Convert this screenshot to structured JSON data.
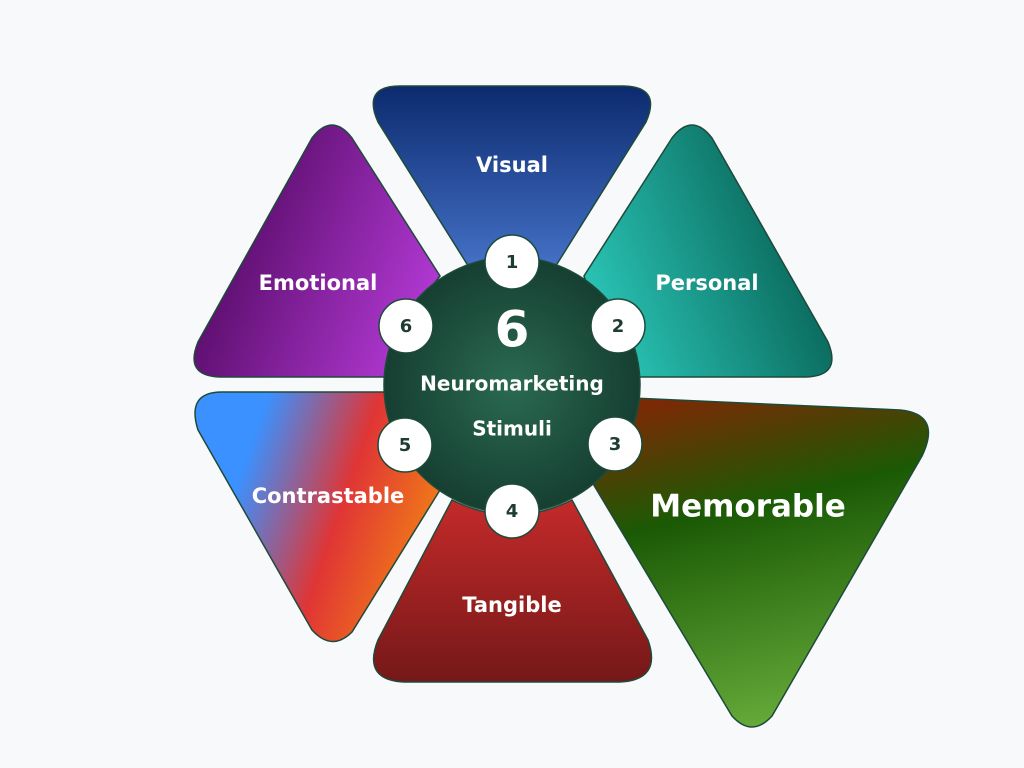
{
  "title": {
    "number": "6",
    "line1": "Neuromarketing",
    "line2": "Stimuli"
  },
  "segments": [
    {
      "number": "1",
      "label": "Visual",
      "colors": [
        "#0c2a6e",
        "#4a78d0"
      ]
    },
    {
      "number": "2",
      "label": "Personal",
      "colors": [
        "#2bc7b8",
        "#03564a"
      ]
    },
    {
      "number": "3",
      "label": "Memorable",
      "colors": [
        "#7a2a05",
        "#1b5a05",
        "#66ab3a"
      ]
    },
    {
      "number": "4",
      "label": "Tangible",
      "colors": [
        "#c42a2a",
        "#751818"
      ]
    },
    {
      "number": "5",
      "label": "Contrastable",
      "colors": [
        "#3a91ff",
        "#e03535",
        "#f07a18"
      ]
    },
    {
      "number": "6",
      "label": "Emotional",
      "colors": [
        "#4a0558",
        "#b43ad6"
      ]
    }
  ],
  "colors": {
    "background": "#f7f9fb",
    "center": "#1c4d3c",
    "outline": "#1e4a3a",
    "badge_fill": "#ffffff",
    "badge_text": "#1e3d32"
  }
}
